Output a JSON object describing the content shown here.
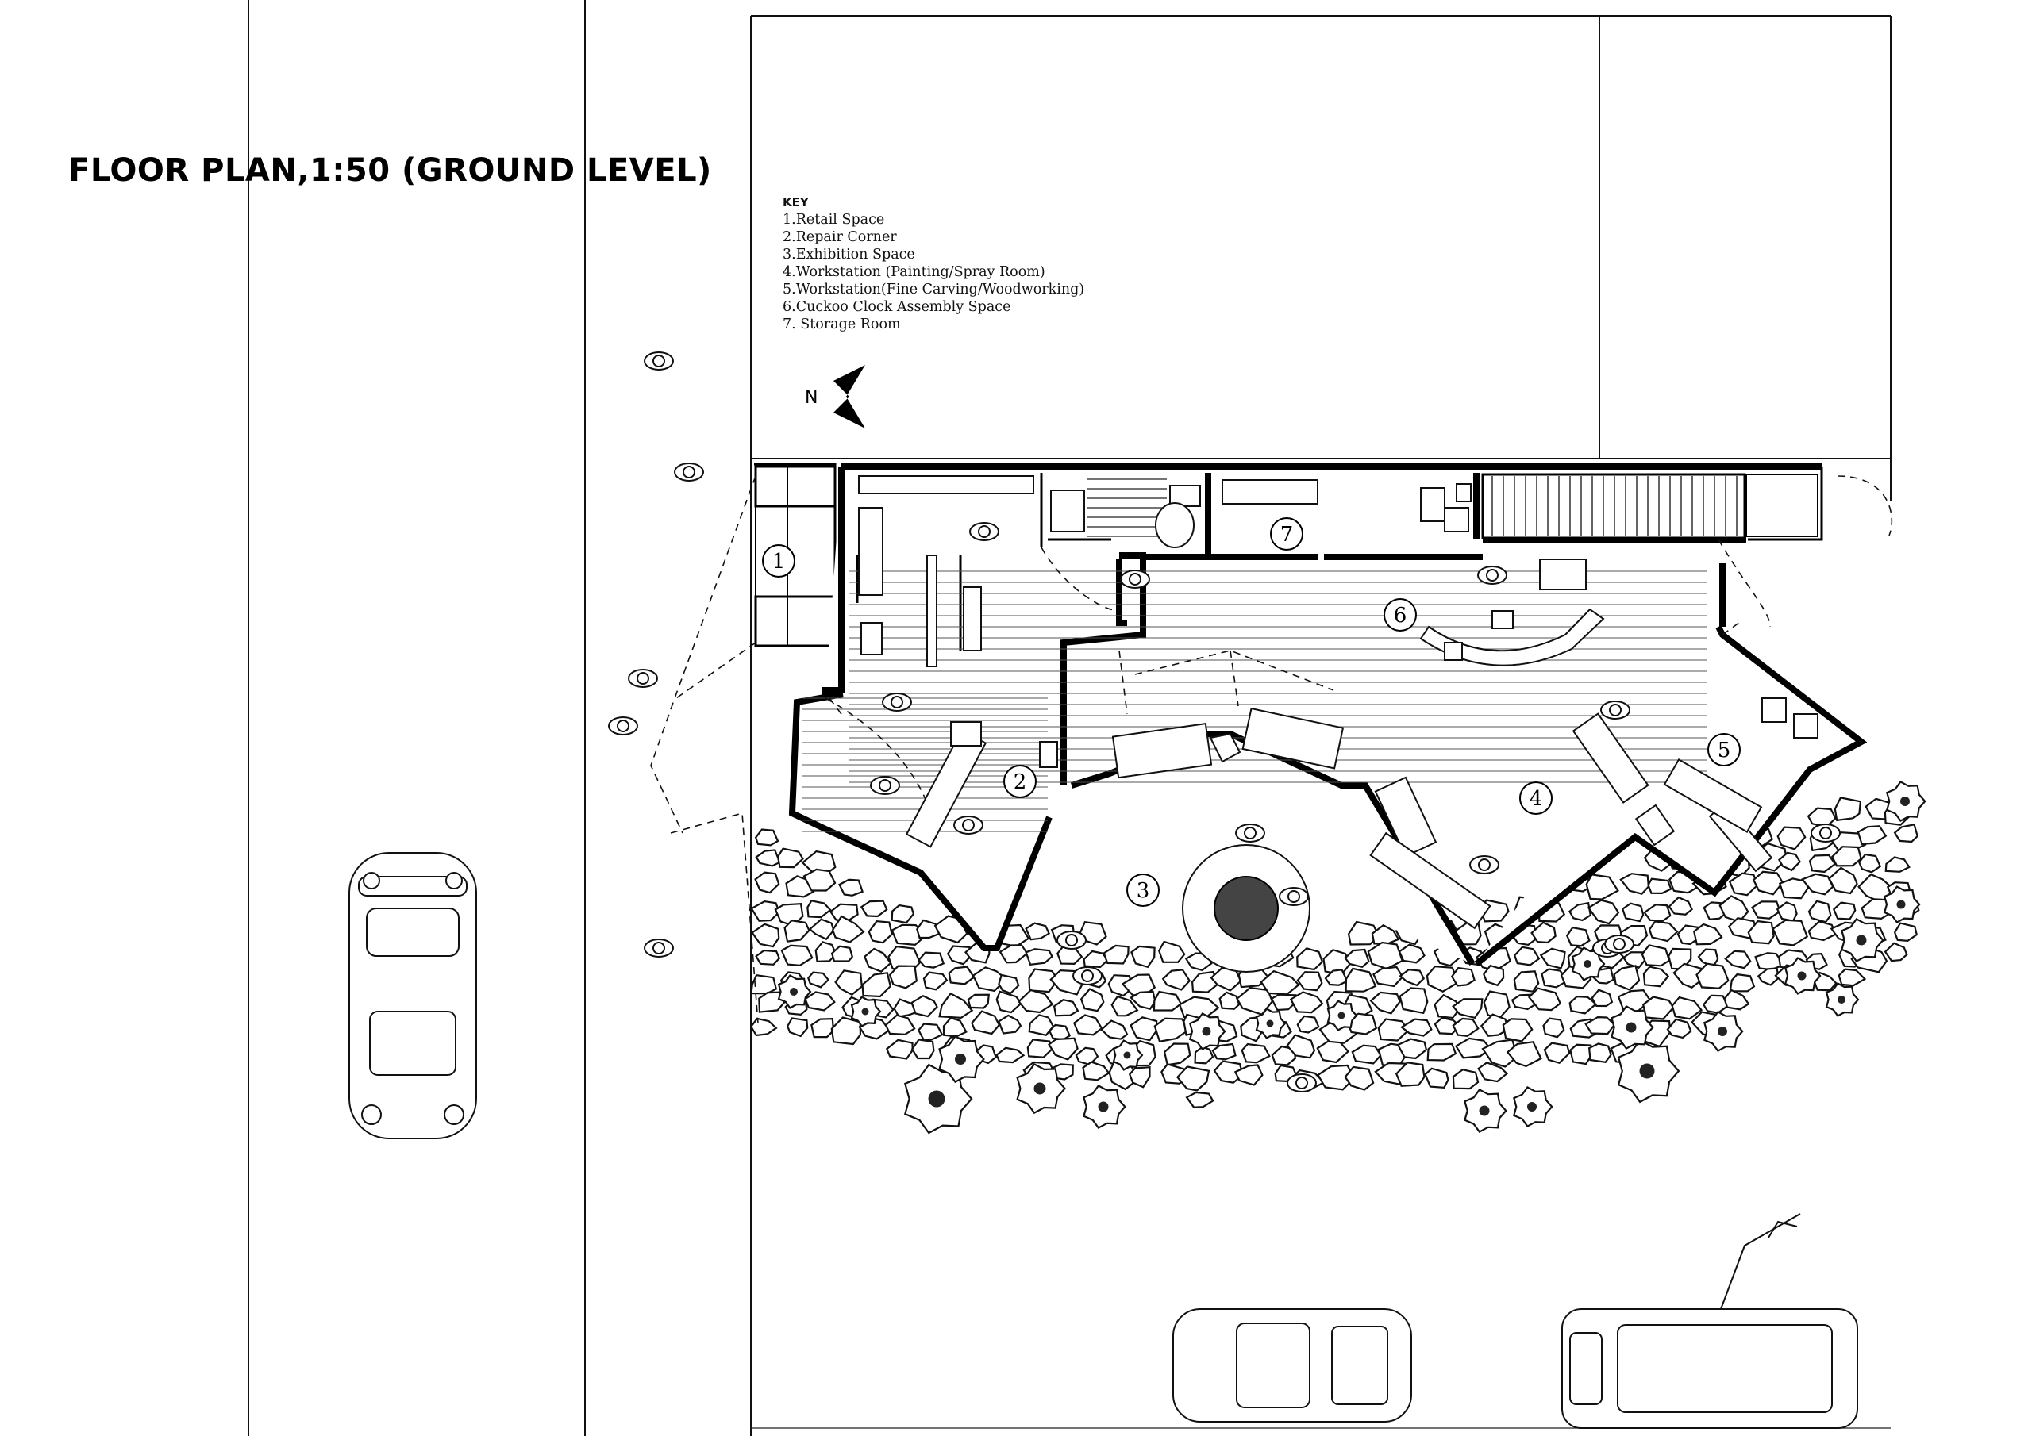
{
  "drawing": {
    "title": "FLOOR PLAN,1:50 (GROUND LEVEL)"
  },
  "key": {
    "heading": "KEY",
    "items": [
      "1.Retail Space",
      "2.Repair Corner",
      "3.Exhibition Space",
      "4.Workstation (Painting/Spray Room)",
      "5.Workstation(Fine Carving/Woodworking)",
      "6.Cuckoo Clock Assembly Space",
      "7. Storage Room"
    ]
  },
  "north_arrow": {
    "letter": "N"
  },
  "room_markers": [
    "1",
    "2",
    "3",
    "4",
    "5",
    "6",
    "7"
  ],
  "icons": {
    "north": "north-arrow-icon",
    "car": "car-icon",
    "tree": "tree-icon",
    "person": "person-icon"
  }
}
